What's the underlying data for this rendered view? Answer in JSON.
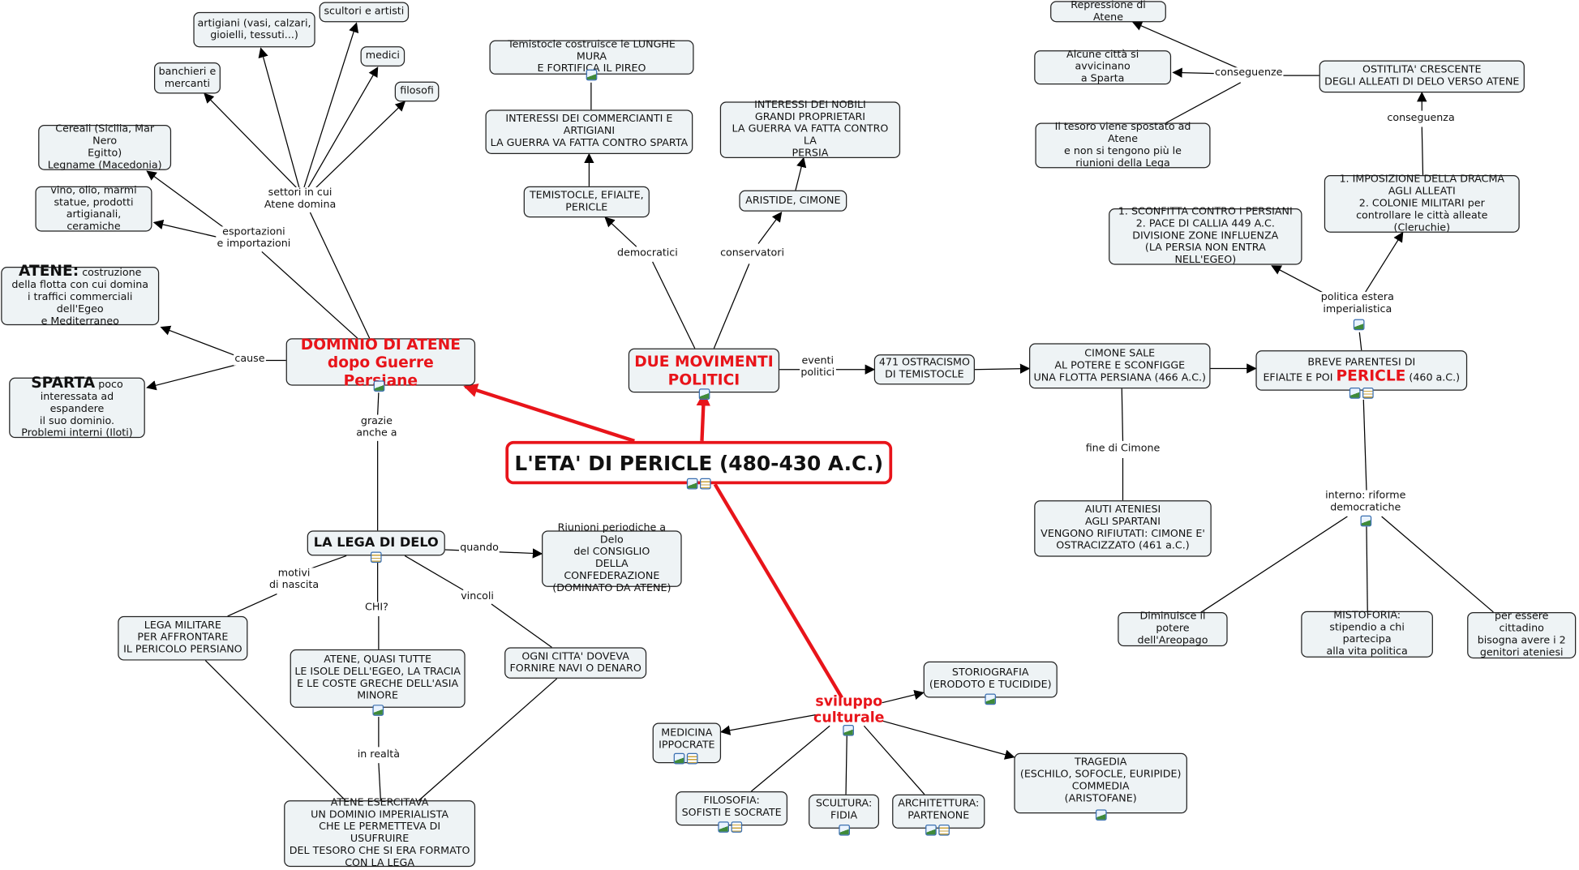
{
  "central": {
    "title": "L'ETA' DI PERICLE (480-430 A.C.)"
  },
  "nodes": {
    "artigiani": "artigiani (vasi, calzari,\ngioielli, tessuti...)",
    "scultori": "scultori e artisti",
    "medici": "medici",
    "filosofi": "filosofi",
    "banchieri": "banchieri e\nmercanti",
    "cereali": "Cereali (Sicilia, Mar Nero\nEgitto)\nLegname (Macedonia)",
    "vino": "vino, olio, marmi\nstatue, prodotti\nartigianali, ceramiche",
    "atene_bold": "ATENE:",
    "atene_rest1": " costruzione",
    "atene_rest2": "della flotta con cui domina\ni traffici commerciali dell'Egeo\ne Mediterraneo",
    "sparta_bold": "SPARTA",
    "sparta_rest1": " poco",
    "sparta_rest2": "interessata ad espandere\nil suo dominio.\nProblemi interni (Iloti)",
    "dominio": "DOMINIO DI ATENE\ndopo Guerre Persiane",
    "lega": "LA LEGA DI DELO",
    "riunioni": "Riunioni periodiche a Delo\ndel CONSIGLIO\nDELLA CONFEDERAZIONE\n(DOMINATO DA ATENE)",
    "legamil": "LEGA MILITARE\nPER AFFRONTARE\nIL PERICOLO PERSIANO",
    "atenequasi": "ATENE, QUASI TUTTE\nLE ISOLE DELL'EGEO, LA TRACIA\nE LE COSTE GRECHE DELL'ASIA\nMINORE",
    "ognicitta": "OGNI CITTA' DOVEVA\nFORNIRE NAVI O DENARO",
    "esercitava": "ATENE ESERCITAVA\nUN DOMINIO IMPERIALISTA\nCHE LE PERMETTEVA DI USUFRUIRE\nDEL TESORO CHE SI ERA FORMATO\nCON LA LEGA",
    "tem_mura": "Temistocle costruisce le LUNGHE MURA\nE FORTIFICA IL PIREO",
    "interessi_comm": "INTERESSI DEI COMMERCIANTI E\nARTIGIANI\nLA GUERRA VA FATTA CONTRO SPARTA",
    "temistocle": "TEMISTOCLE, EFIALTE,\nPERICLE",
    "interessi_nob": "INTERESSI DEI NOBILI\nGRANDI PROPRIETARI\nLA GUERRA VA FATTA CONTRO LA\nPERSIA",
    "aristide": "ARISTIDE, CIMONE",
    "due": "DUE MOVIMENTI\nPOLITICI",
    "ostracismo": "471 OSTRACISMO\nDI TEMISTOCLE",
    "cimone": "CIMONE SALE\nAL POTERE E SCONFIGGE\nUNA FLOTTA PERSIANA (466 A.C.)",
    "aiuti": "AIUTI ATENIESI\nAGLI SPARTANI\nVENGONO RIFIUTATI: CIMONE E'\nOSTRACIZZATO (461 a.C.)",
    "breve1": "BREVE PARENTESI DI",
    "breve2a": "EFIALTE E POI ",
    "breve2b": "PERICLE",
    "breve2c": " (460 a.C.)",
    "repressione": "Repressione di Atene",
    "alcune": "Alcune città si avvicinano\na Sparta",
    "tesoro": "Il tesoro viene spostato ad Atene\ne non si tengono più le\nriunioni della Lega",
    "ostilita": "OSTITLITA' CRESCENTE\nDEGLI ALLEATI DI DELO VERSO ATENE",
    "imposizione": "1. IMPOSIZIONE DELLA DRACMA\nAGLI ALLEATI\n2. COLONIE MILITARI per\ncontrollare le città alleate (Cleruchie)",
    "sconfitta": "1. SCONFITTA CONTRO I PERSIANI\n2. PACE DI CALLIA 449 A.C.\nDIVISIONE ZONE INFLUENZA\n(LA PERSIA NON ENTRA NELL'EGEO)",
    "diminuisce": "Diminuisce il potere\ndell'Areopago",
    "mistoforia": "MISTOFORIA:\nstipendio a chi partecipa\nalla vita politica",
    "cittadino": "per essere cittadino\nbisogna avere i 2\ngenitori ateniesi",
    "storiografia": "STORIOGRAFIA\n(ERODOTO E TUCIDIDE)",
    "medicina": "MEDICINA\nIPPOCRATE",
    "filosofia": "FILOSOFIA:\nSOFISTI E SOCRATE",
    "scultura": "SCULTURA:\nFIDIA",
    "architettura": "ARCHITETTURA:\nPARTENONE",
    "tragedia": "TRAGEDIA\n(ESCHILO, SOFOCLE, EURIPIDE)\nCOMMEDIA\n(ARISTOFANE)"
  },
  "labels": {
    "settori": "settori in cui\nAtene domina",
    "esportazioni": "esportazioni\ne importazioni",
    "cause": "cause",
    "grazie": "grazie\nanche a",
    "quando": "quando",
    "motivi": "motivi\ndi nascita",
    "chi": "CHI?",
    "vincoli": "vincoli",
    "in_realta": "in realtà",
    "democratici": "democratici",
    "conservatori": "conservatori",
    "eventi": "eventi\npolitici",
    "fine_cimone": "fine di Cimone",
    "conseguenze": "conseguenze",
    "conseguenza": "conseguenza",
    "politica_estera": "politica estera\nimperialistica",
    "interno": "interno: riforme\ndemocratiche",
    "sviluppo": "sviluppo\nculturale"
  },
  "colors": {
    "accent_red": "#e8141a",
    "node_fill": "#eef3f5"
  }
}
